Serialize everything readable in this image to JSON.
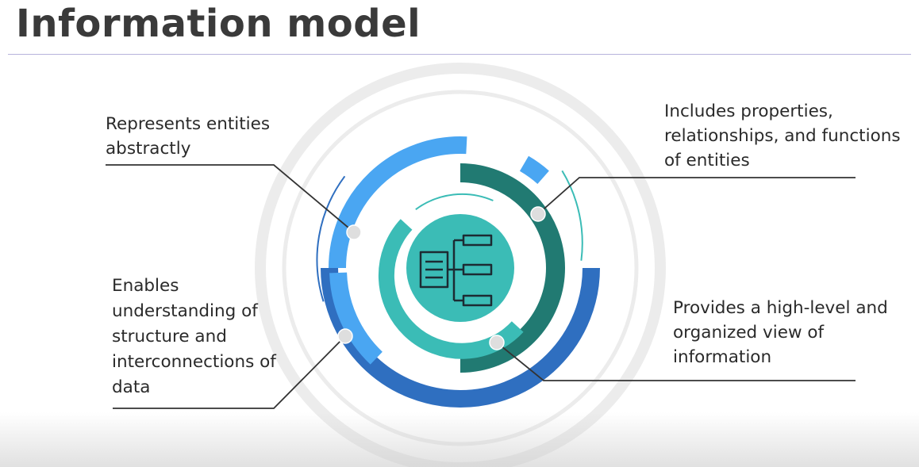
{
  "slide": {
    "title": "Information model"
  },
  "callouts": {
    "top_left": "Represents entities abstractly",
    "top_right": "Includes properties, relationships, and functions of entities",
    "bottom_left": "Enables understanding of structure and interconnections of data",
    "bottom_right": "Provides a high-level and organized view of information"
  },
  "colors": {
    "title": "#3a3a3a",
    "rule": "#b7b3dc",
    "ring_light_blue": "#4aa6f2",
    "ring_dark_blue": "#2f6fc0",
    "ring_dark_teal": "#217a72",
    "ring_teal": "#3bbcb6",
    "center_circle": "#3bbcb6",
    "icon_stroke": "#1c2b33",
    "marker_dot": "#d9d9d9",
    "leader_line": "#333333",
    "watermark": "#e6e6e6"
  },
  "icons": {
    "center": "hierarchy-tree-icon"
  }
}
